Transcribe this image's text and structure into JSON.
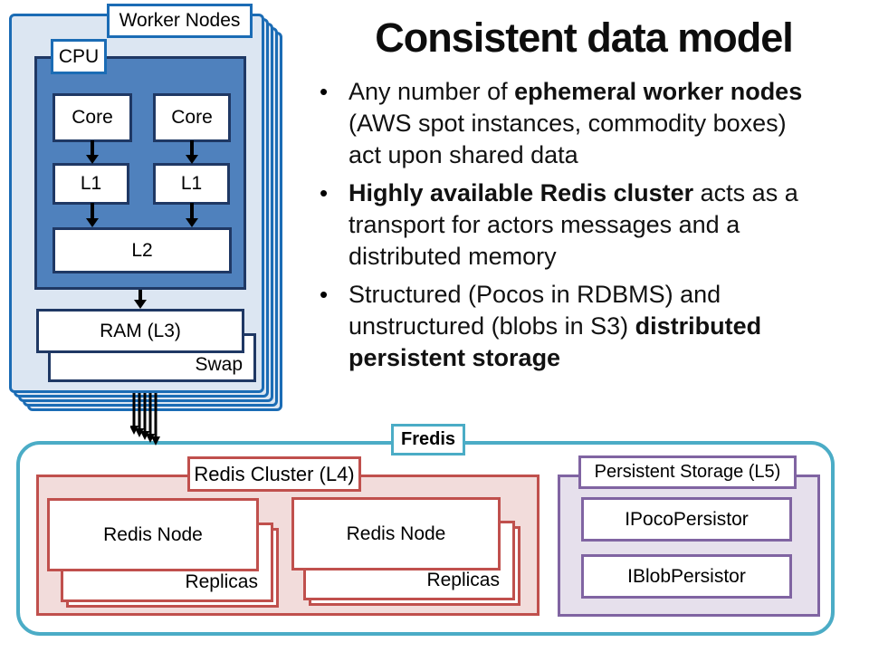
{
  "title": "Consistent data model",
  "bullets": [
    {
      "lines": [
        [
          {
            "t": "Any number of "
          },
          {
            "t": "ephemeral worker nodes",
            "b": true
          }
        ],
        [
          {
            "t": "(AWS spot instances, commodity boxes)"
          }
        ],
        [
          {
            "t": "act upon shared data"
          }
        ]
      ]
    },
    {
      "lines": [
        [
          {
            "t": "Highly available Redis cluster",
            "b": true
          },
          {
            "t": " acts as a"
          }
        ],
        [
          {
            "t": "transport for actors messages and a"
          }
        ],
        [
          {
            "t": "distributed memory"
          }
        ]
      ]
    },
    {
      "lines": [
        [
          {
            "t": "Structured (Pocos in RDBMS) and"
          }
        ],
        [
          {
            "t": "unstructured (blobs in S3) "
          },
          {
            "t": "distributed",
            "b": true
          }
        ],
        [
          {
            "t": "persistent storage",
            "b": true
          }
        ]
      ]
    }
  ],
  "worker_nodes": {
    "label": "Worker Nodes",
    "cpu_label": "CPU",
    "core1": "Core",
    "core2": "Core",
    "l1a": "L1",
    "l1b": "L1",
    "l2": "L2",
    "ram": "RAM (L3)",
    "swap": "Swap"
  },
  "fredis": {
    "label": "Fredis",
    "redis_cluster": {
      "label": "Redis Cluster (L4)",
      "nodes": [
        {
          "label": "Redis Node",
          "replicas": "Replicas"
        },
        {
          "label": "Redis Node",
          "replicas": "Replicas"
        }
      ]
    },
    "persistent_storage": {
      "label": "Persistent Storage (L5)",
      "items": [
        "IPocoPersistor",
        "IBlobPersistor"
      ]
    }
  },
  "colors": {
    "panel_border_blue": "#1B6CB5",
    "panel_fill": "#DCE6F2",
    "cpu_fill": "#4F81BD",
    "navy_border": "#1F3864",
    "teal": "#4BACC6",
    "red": "#C0504D",
    "red_fill": "#F2DCDB",
    "purple": "#8064A2",
    "purple_fill": "#E6E0EC",
    "arrow": "#000000"
  }
}
